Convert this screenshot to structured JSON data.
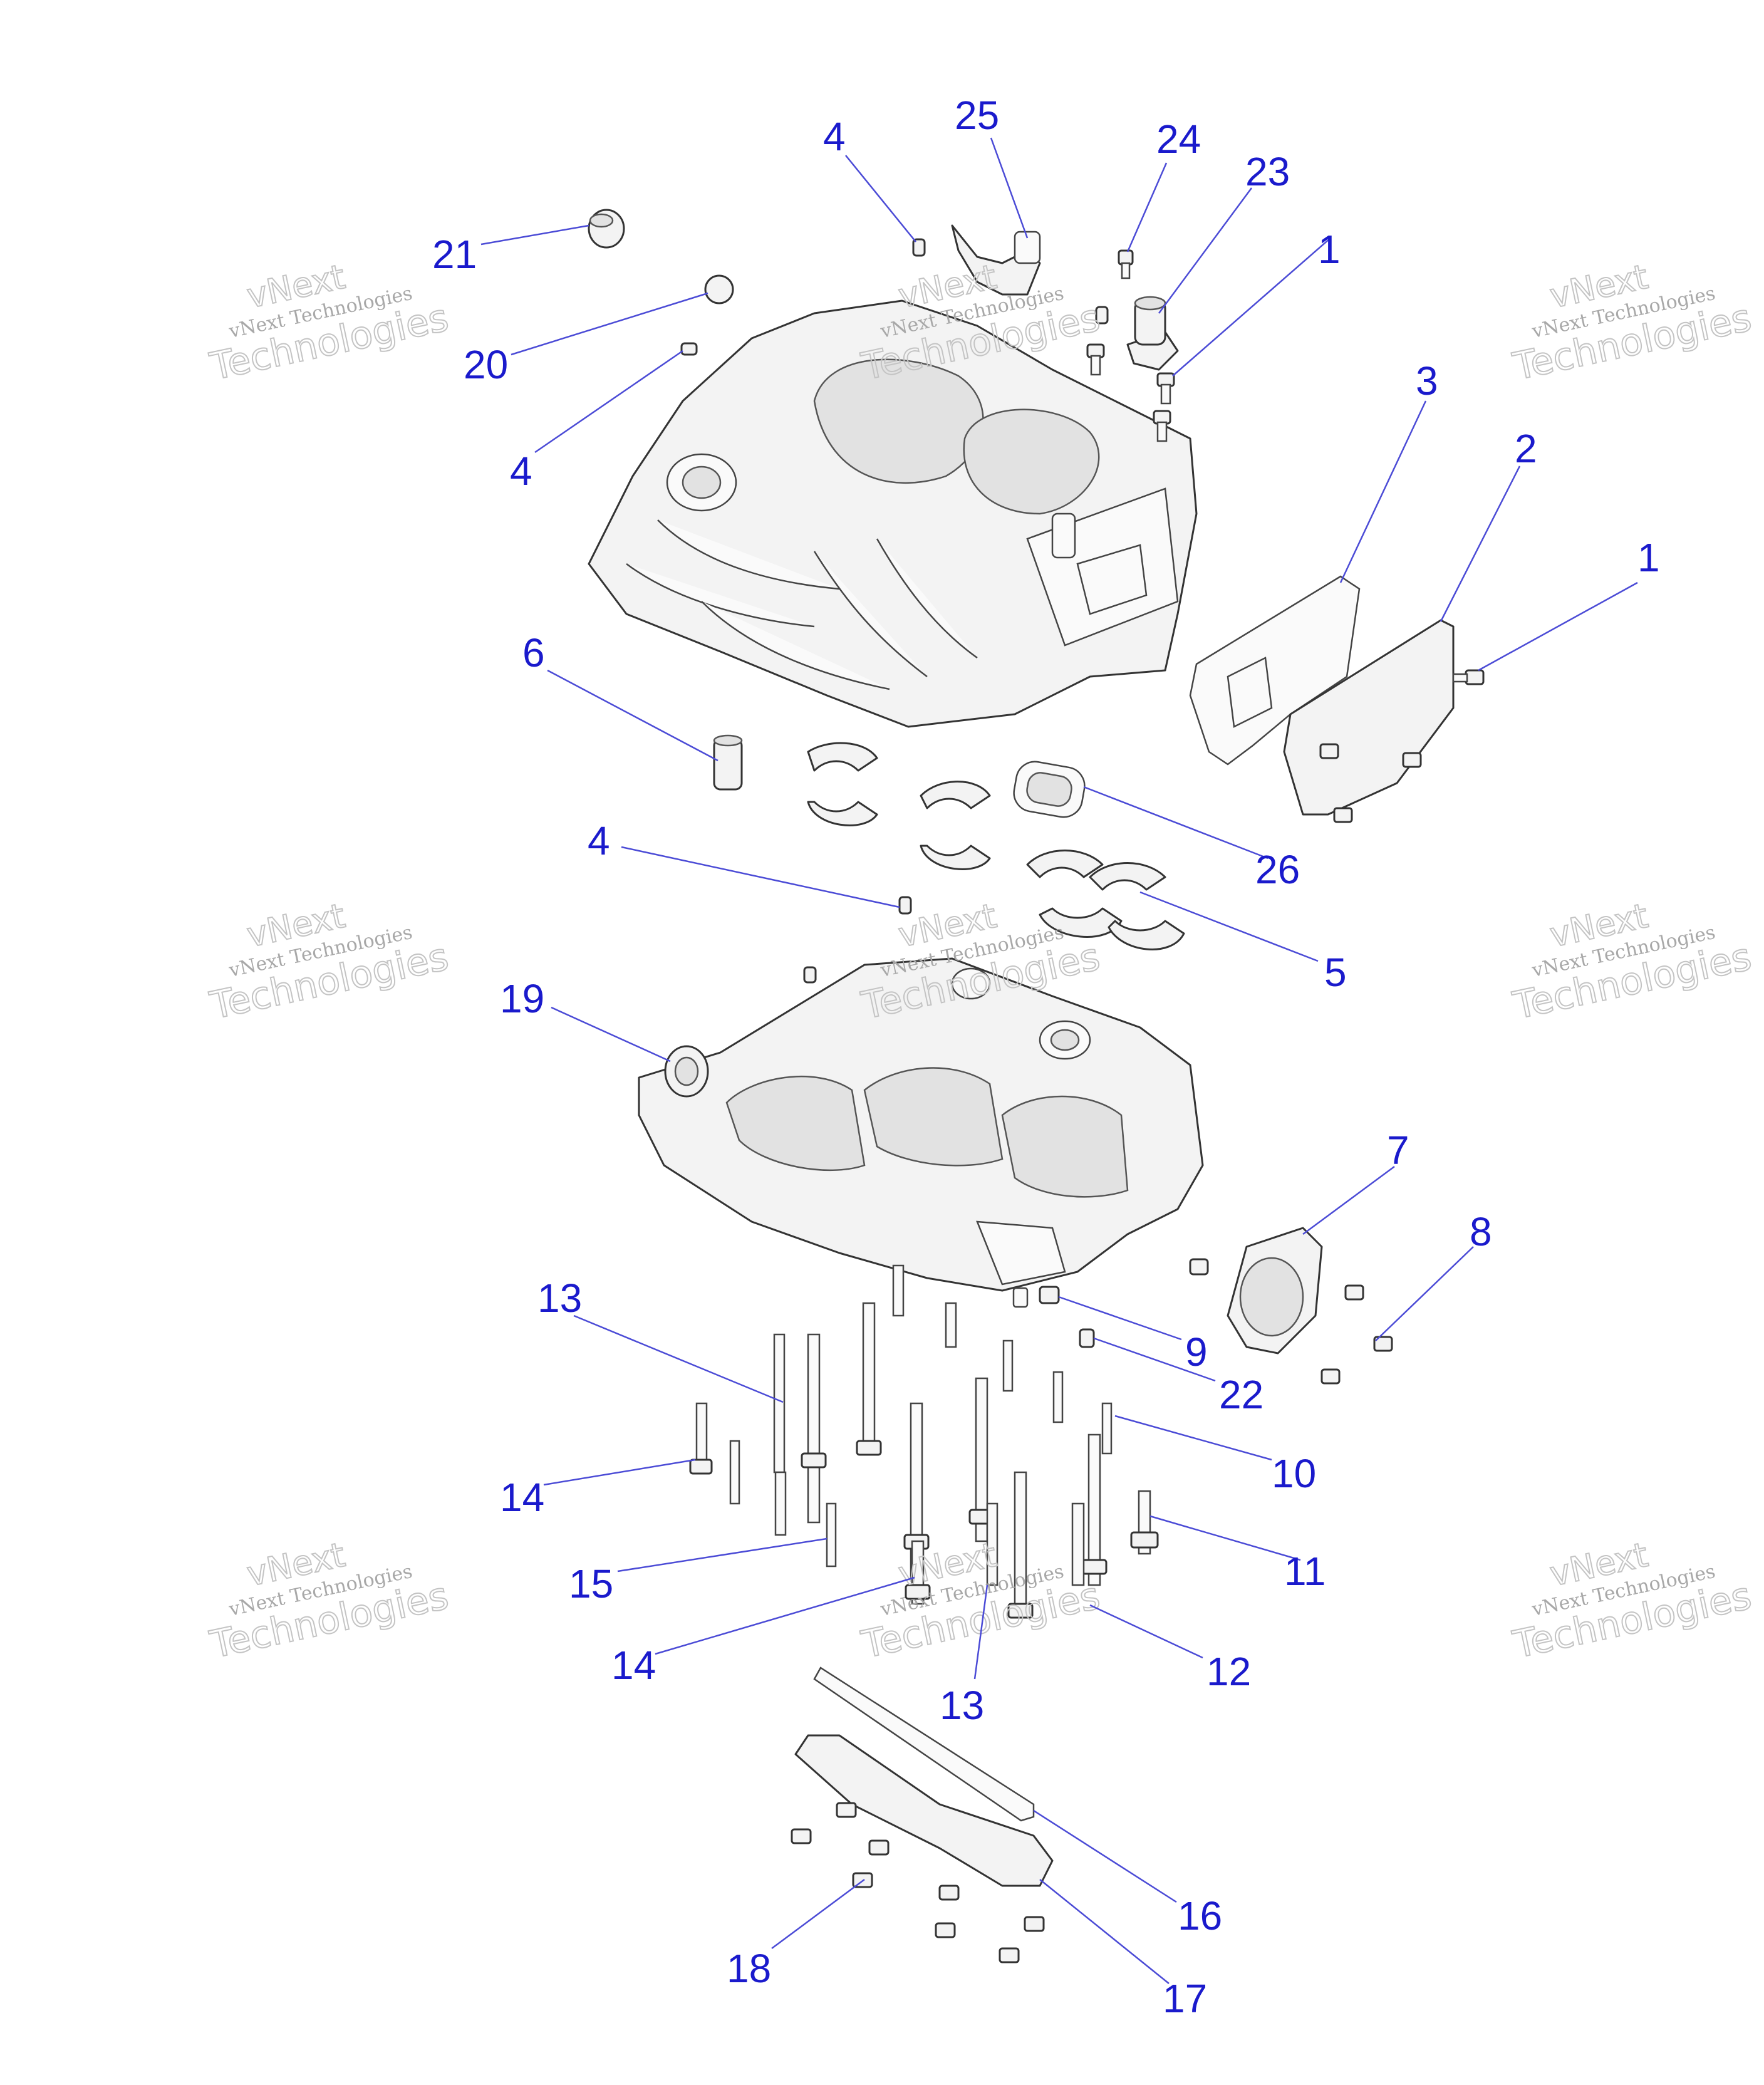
{
  "callouts": [
    {
      "id": "c-25",
      "label": "25"
    },
    {
      "id": "c-4a",
      "label": "4"
    },
    {
      "id": "c-24",
      "label": "24"
    },
    {
      "id": "c-23",
      "label": "23"
    },
    {
      "id": "c-1a",
      "label": "1"
    },
    {
      "id": "c-21",
      "label": "21"
    },
    {
      "id": "c-20",
      "label": "20"
    },
    {
      "id": "c-4b",
      "label": "4"
    },
    {
      "id": "c-3",
      "label": "3"
    },
    {
      "id": "c-2",
      "label": "2"
    },
    {
      "id": "c-1b",
      "label": "1"
    },
    {
      "id": "c-6",
      "label": "6"
    },
    {
      "id": "c-26",
      "label": "26"
    },
    {
      "id": "c-4c",
      "label": "4"
    },
    {
      "id": "c-5",
      "label": "5"
    },
    {
      "id": "c-19",
      "label": "19"
    },
    {
      "id": "c-7",
      "label": "7"
    },
    {
      "id": "c-8",
      "label": "8"
    },
    {
      "id": "c-13a",
      "label": "13"
    },
    {
      "id": "c-9",
      "label": "9"
    },
    {
      "id": "c-22",
      "label": "22"
    },
    {
      "id": "c-10",
      "label": "10"
    },
    {
      "id": "c-14a",
      "label": "14"
    },
    {
      "id": "c-11",
      "label": "11"
    },
    {
      "id": "c-15",
      "label": "15"
    },
    {
      "id": "c-14b",
      "label": "14"
    },
    {
      "id": "c-12",
      "label": "12"
    },
    {
      "id": "c-13b",
      "label": "13"
    },
    {
      "id": "c-16",
      "label": "16"
    },
    {
      "id": "c-18",
      "label": "18"
    },
    {
      "id": "c-17",
      "label": "17"
    }
  ],
  "watermark": {
    "line1": "vNext",
    "line2": "vNext Technologies",
    "line3": "Technologies"
  }
}
